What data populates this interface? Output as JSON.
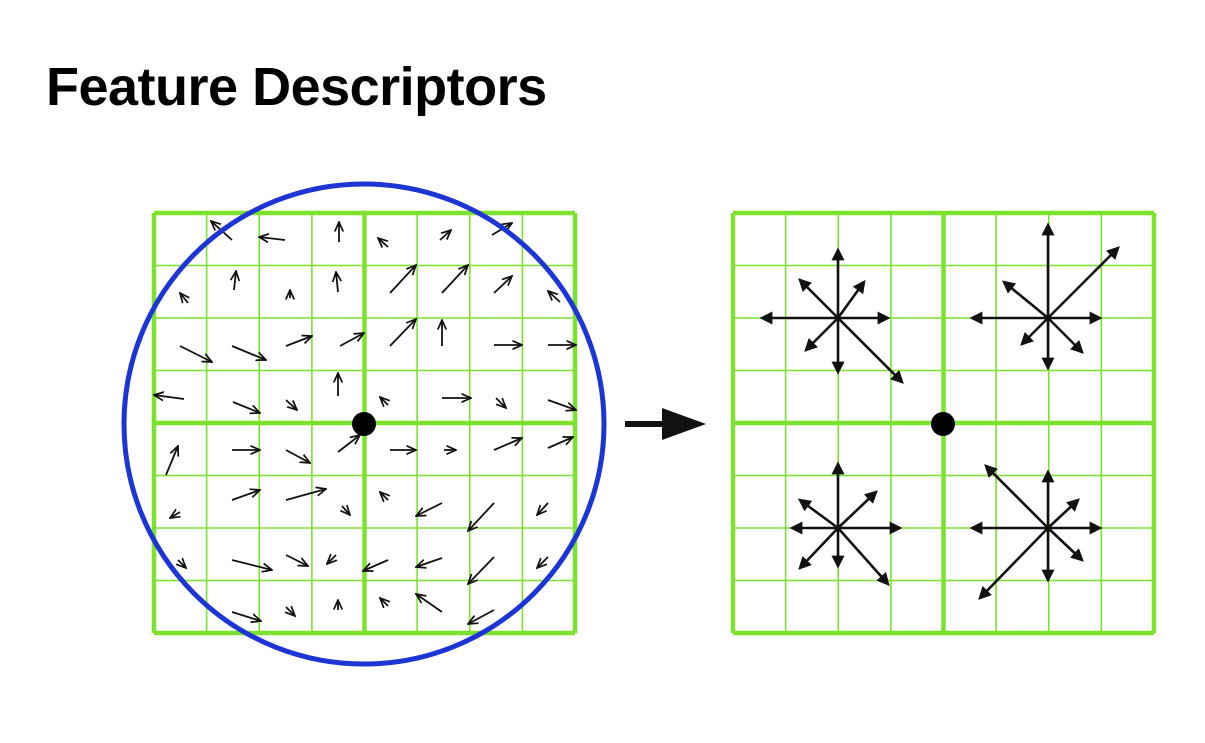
{
  "slide": {
    "title": "Feature Descriptors"
  },
  "colors": {
    "grid": "#7CE22E",
    "circle": "#1C35D4",
    "arrow": "#111111",
    "keypoint": "#000000",
    "text": "#000000"
  },
  "icons": {
    "transition_arrow": "right-arrow-icon"
  },
  "figure": {
    "left_panel": "gradient-grid",
    "right_panel": "orientation-histograms"
  }
}
